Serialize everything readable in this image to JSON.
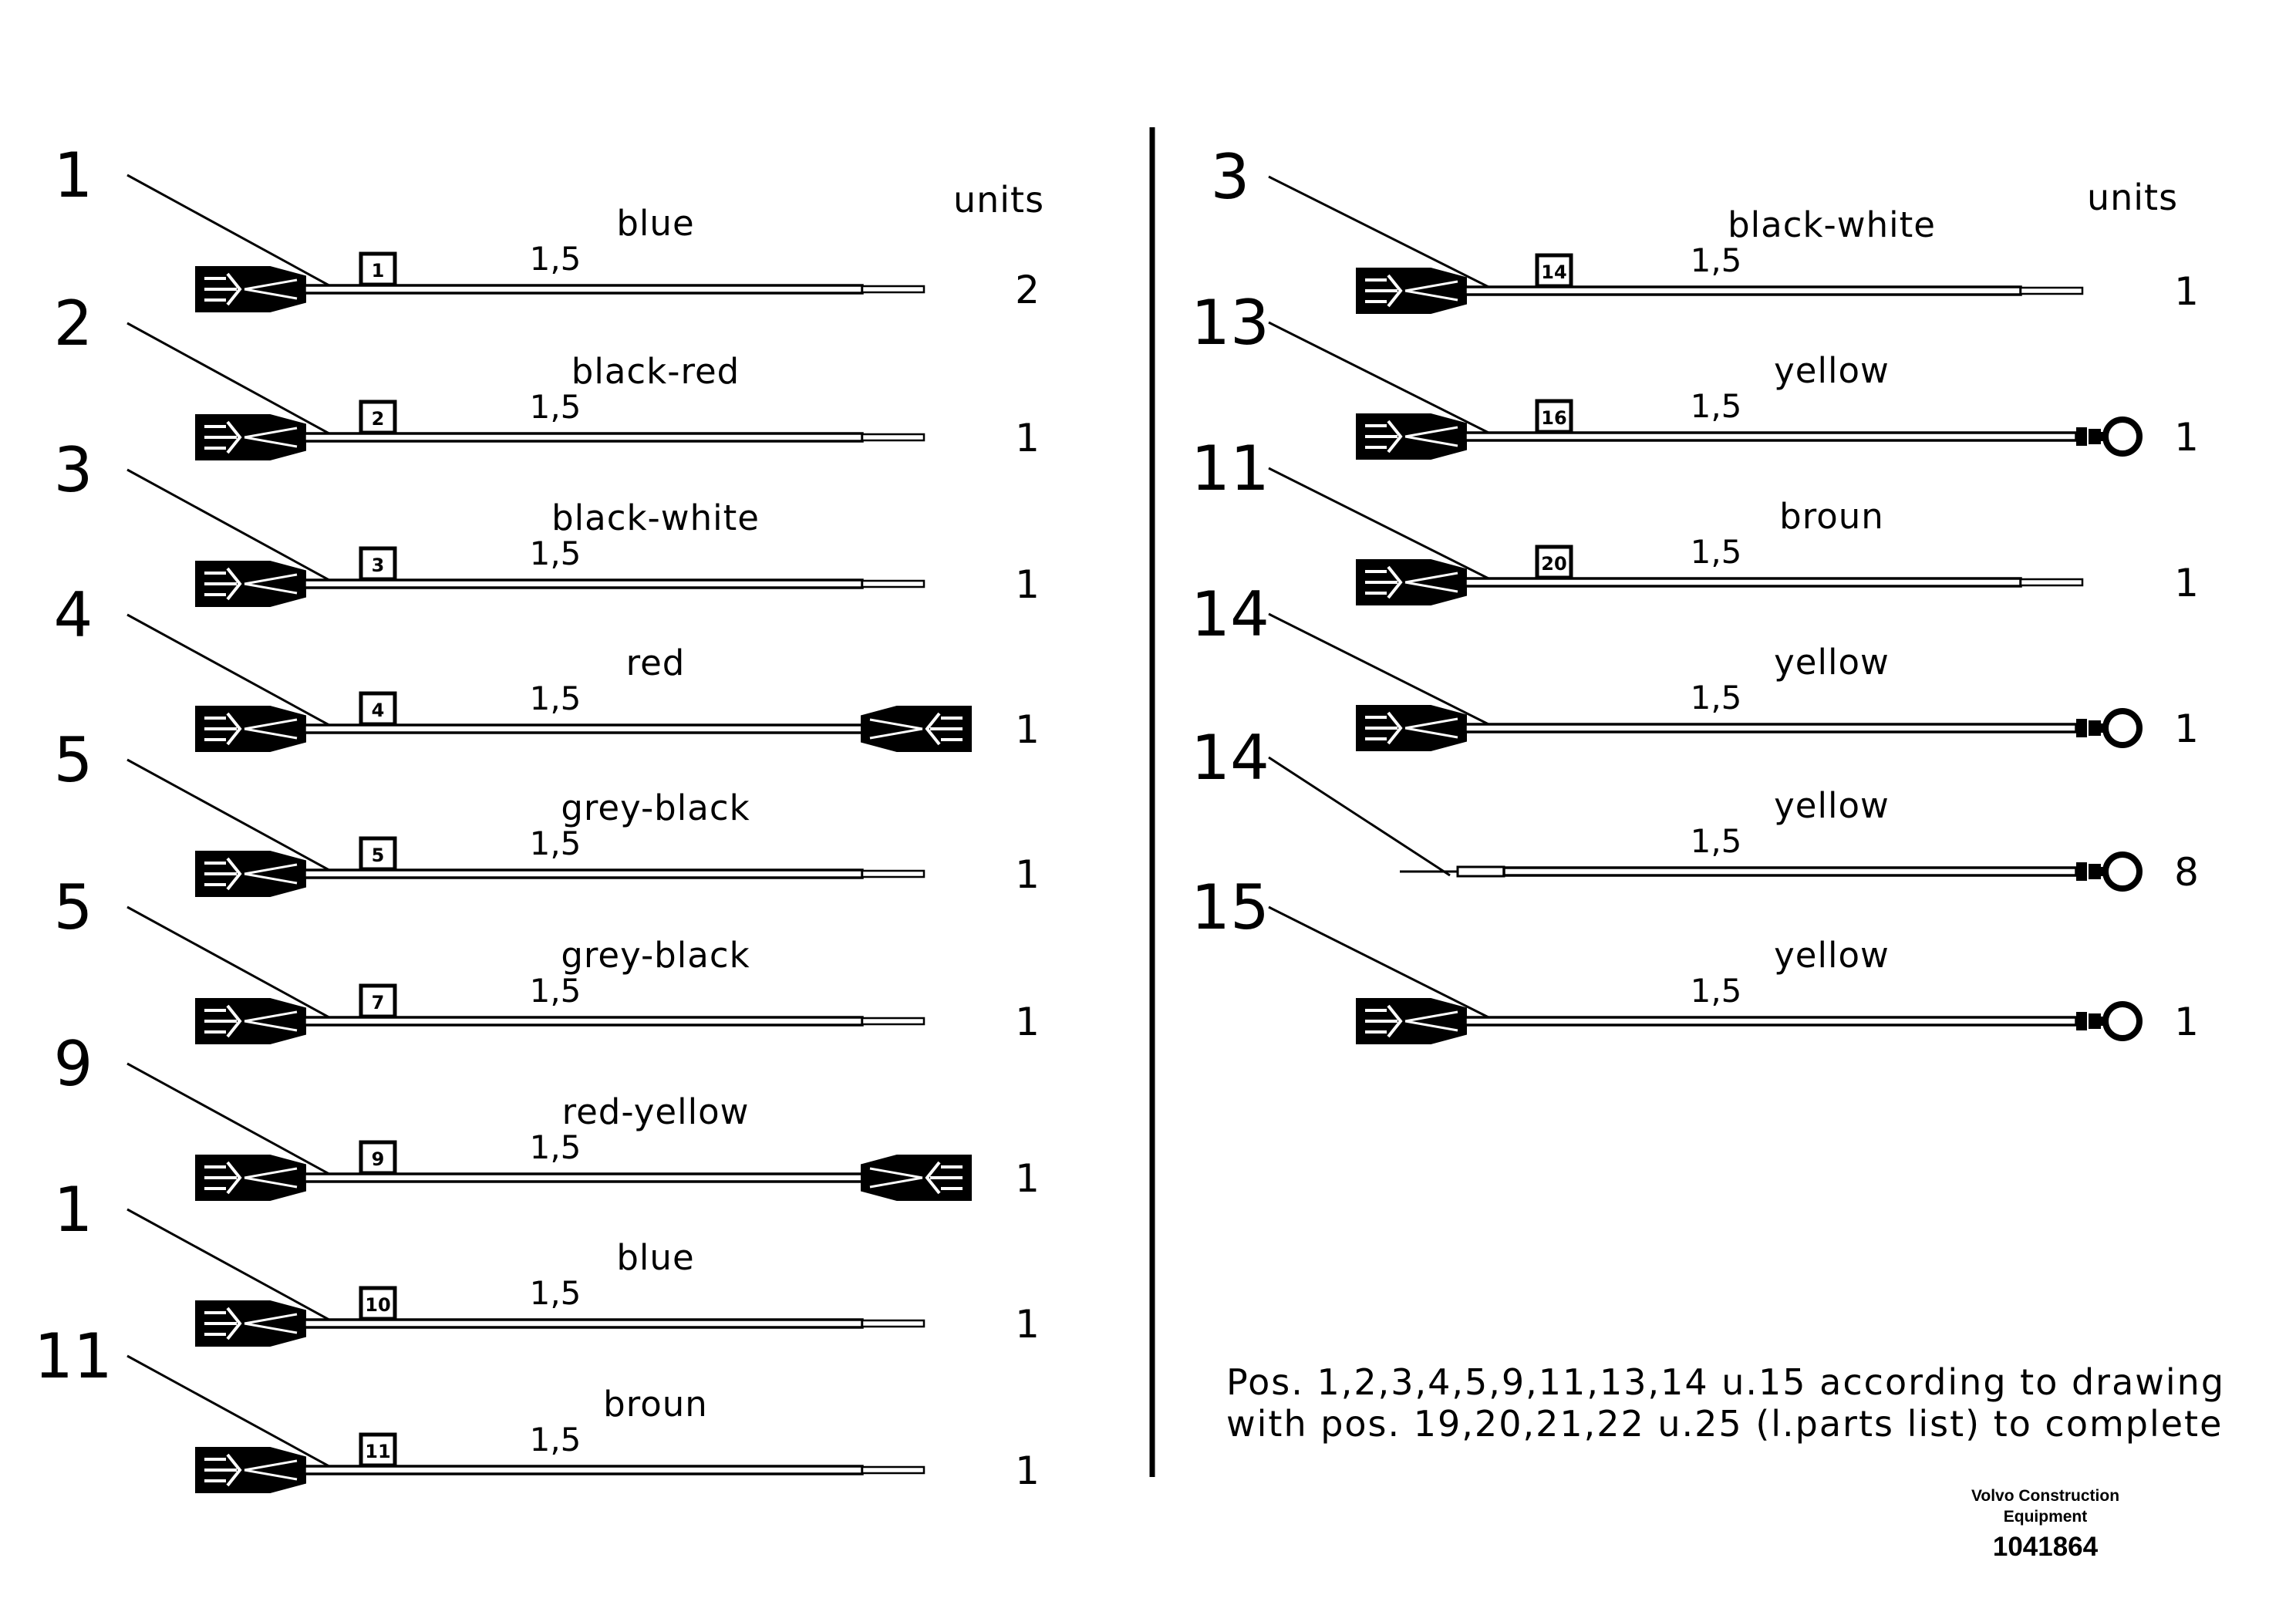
{
  "left_column": {
    "units_header": "units",
    "rows": [
      {
        "pos": "1",
        "tag": "1",
        "color": "blue",
        "gauge": "1,5",
        "units": "2",
        "left_end": "connector",
        "right_end": "bare"
      },
      {
        "pos": "2",
        "tag": "2",
        "color": "black-red",
        "gauge": "1,5",
        "units": "1",
        "left_end": "connector",
        "right_end": "bare"
      },
      {
        "pos": "3",
        "tag": "3",
        "color": "black-white",
        "gauge": "1,5",
        "units": "1",
        "left_end": "connector",
        "right_end": "bare"
      },
      {
        "pos": "4",
        "tag": "4",
        "color": "red",
        "gauge": "1,5",
        "units": "1",
        "left_end": "connector",
        "right_end": "connector"
      },
      {
        "pos": "5",
        "tag": "5",
        "color": "grey-black",
        "gauge": "1,5",
        "units": "1",
        "left_end": "connector",
        "right_end": "bare"
      },
      {
        "pos": "5",
        "tag": "7",
        "color": "grey-black",
        "gauge": "1,5",
        "units": "1",
        "left_end": "connector",
        "right_end": "bare"
      },
      {
        "pos": "9",
        "tag": "9",
        "color": "red-yellow",
        "gauge": "1,5",
        "units": "1",
        "left_end": "connector",
        "right_end": "connector"
      },
      {
        "pos": "1",
        "tag": "10",
        "color": "blue",
        "gauge": "1,5",
        "units": "1",
        "left_end": "connector",
        "right_end": "bare"
      },
      {
        "pos": "11",
        "tag": "11",
        "color": "broun",
        "gauge": "1,5",
        "units": "1",
        "left_end": "connector",
        "right_end": "bare"
      }
    ]
  },
  "right_column": {
    "units_header": "units",
    "rows": [
      {
        "pos": "3",
        "tag": "14",
        "color": "black-white",
        "gauge": "1,5",
        "units": "1",
        "left_end": "connector",
        "right_end": "bare"
      },
      {
        "pos": "13",
        "tag": "16",
        "color": "yellow",
        "gauge": "1,5",
        "units": "1",
        "left_end": "connector",
        "right_end": "ring"
      },
      {
        "pos": "11",
        "tag": "20",
        "color": "broun",
        "gauge": "1,5",
        "units": "1",
        "left_end": "connector",
        "right_end": "bare"
      },
      {
        "pos": "14",
        "tag": "",
        "color": "yellow",
        "gauge": "1,5",
        "units": "1",
        "left_end": "connector",
        "right_end": "ring"
      },
      {
        "pos": "14",
        "tag": "",
        "color": "yellow",
        "gauge": "1,5",
        "units": "8",
        "left_end": "bare",
        "right_end": "ring"
      },
      {
        "pos": "15",
        "tag": "",
        "color": "yellow",
        "gauge": "1,5",
        "units": "1",
        "left_end": "connector",
        "right_end": "ring"
      }
    ]
  },
  "note": {
    "line1": "Pos. 1,2,3,4,5,9,11,13,14 u.15 according to drawing",
    "line2": "with pos. 19,20,21,22 u.25 (l.parts list) to complete"
  },
  "footer": {
    "company_line1": "Volvo Construction",
    "company_line2": "Equipment",
    "doc_number": "1041864"
  }
}
